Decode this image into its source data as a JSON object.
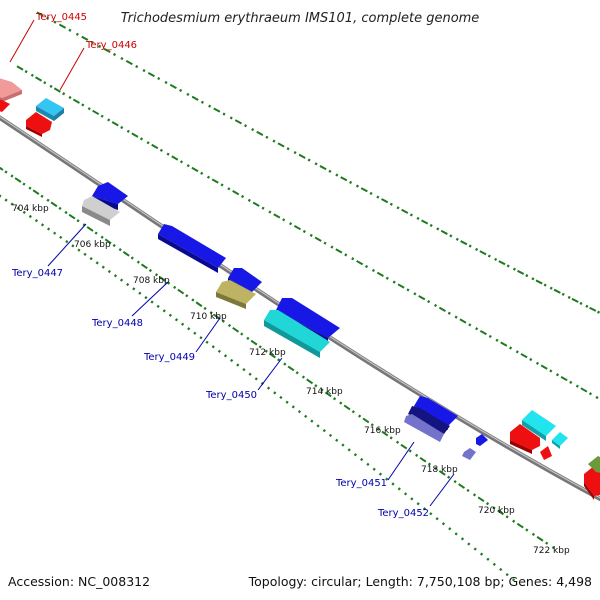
{
  "header": {
    "title": "Trichodesmium erythraeum IMS101, complete genome"
  },
  "footer": {
    "accession": "Accession: NC_008312",
    "topology": "Topology: circular; Length: 7,750,108 bp; Genes: 4,498"
  },
  "ruler": {
    "ticks": [
      {
        "label": "704 kbp"
      },
      {
        "label": "706 kbp"
      },
      {
        "label": "708 kbp"
      },
      {
        "label": "710 kbp"
      },
      {
        "label": "712 kbp"
      },
      {
        "label": "714 kbp"
      },
      {
        "label": "716 kbp"
      },
      {
        "label": "718 kbp"
      },
      {
        "label": "720 kbp"
      },
      {
        "label": "722 kbp"
      }
    ]
  },
  "gene_labels": {
    "tery_0445": "Tery_0445",
    "tery_0446": "Tery_0446",
    "tery_0447": "Tery_0447",
    "tery_0448": "Tery_0448",
    "tery_0449": "Tery_0449",
    "tery_0450": "Tery_0450",
    "tery_0451": "Tery_0451",
    "tery_0452": "Tery_0452"
  },
  "colors": {
    "backbone": "#8c8c8c",
    "tick": "#1f7a1f",
    "cds_forward": "#1010e0",
    "cds_reverse_red": "#ee1010",
    "pink": "#f09090",
    "cyan": "#10d0e0",
    "light_blue": "#30c0f0",
    "olive": "#b8b060",
    "grey": "#c8c8c8",
    "navy": "#10107a",
    "lavender": "#7070cc",
    "label_red": "#cc0000",
    "label_blue": "#0000aa"
  }
}
